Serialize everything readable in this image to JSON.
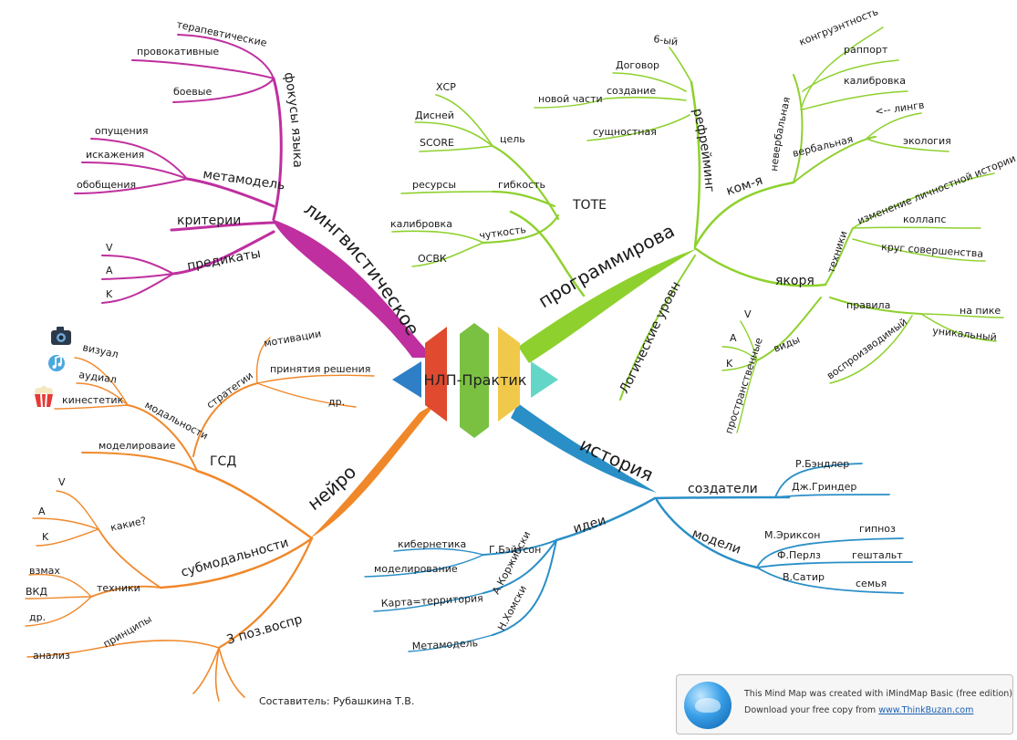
{
  "center_label": "НЛП-Практик",
  "branches": {
    "ling": {
      "label": "лингвистическое",
      "color": "#bf2f9f",
      "focus": {
        "label": "фокусы языка",
        "items": [
          "терапевтические",
          "провокативные",
          "боевые"
        ]
      },
      "metamodel": {
        "label": "метамодель",
        "items": [
          "опущения",
          "искажения",
          "обобщения"
        ]
      },
      "criteria": "критерии",
      "predicates": {
        "label": "предикаты",
        "items": [
          "V",
          "A",
          "K"
        ]
      }
    },
    "prog": {
      "label": "программирова",
      "color": "#8ed12e",
      "tote": {
        "label": "TOTE",
        "goal": {
          "label": "цель",
          "items": [
            "ХСР",
            "Дисней",
            "SCORE"
          ]
        },
        "flex": {
          "label": "гибкость",
          "items": [
            "ресурсы"
          ]
        },
        "sens": {
          "label": "чуткость",
          "items": [
            "калибровка",
            "ОСВК"
          ]
        }
      },
      "reframe": {
        "label": "рефрейминг",
        "items": [
          "6-ый",
          "Договор",
          "создание",
          "новой части",
          "сущностная"
        ]
      },
      "com": {
        "label": "ком-я",
        "nonverbal": {
          "label": "невербальная",
          "items": [
            "конгруэнтность",
            "раппорт",
            "калибровка"
          ]
        },
        "verbal": {
          "label": "вербальная",
          "items": [
            "<-- лингв",
            "экология"
          ]
        }
      },
      "anchors": {
        "label": "якоря",
        "techniques": {
          "label": "техники",
          "items": [
            "изменение личностной истории",
            "коллапс",
            "круг совершенства"
          ]
        },
        "rules": {
          "label": "правила",
          "items": [
            "на пике",
            "уникальный",
            "воспроизводимый"
          ]
        },
        "types": {
          "label": "виды",
          "items": [
            "V",
            "A",
            "K",
            "пространственные"
          ]
        }
      },
      "levels": "Логические уровни"
    },
    "hist": {
      "label": "история",
      "color": "#2a8fc7",
      "creators": {
        "label": "создатели",
        "items": [
          "Р.Бэндлер",
          "Дж.Гриндер"
        ]
      },
      "models": {
        "label": "модели",
        "items": [
          {
            "name": "М.Эриксон",
            "note": "гипноз"
          },
          {
            "name": "Ф.Перлз",
            "note": "гештальт"
          },
          {
            "name": "В.Сатир",
            "note": "семья"
          }
        ]
      },
      "ideas": {
        "label": "идеи",
        "items": [
          {
            "name": "Г.Бэйтсон",
            "notes": [
              "кибернетика",
              "моделирование"
            ]
          },
          {
            "name": "А.Коржибски",
            "notes": [
              "Карта=территория"
            ]
          },
          {
            "name": "Н.Хомски",
            "notes": [
              "Метамодель"
            ]
          }
        ]
      }
    },
    "neuro": {
      "label": "нейро",
      "color": "#f0882a",
      "gsd": {
        "label": "ГСД",
        "modal": {
          "label": "модальности",
          "items": [
            "визуал",
            "аудиал",
            "кинестетик"
          ]
        },
        "strategies": {
          "label": "стратегии",
          "items": [
            "мотивации",
            "принятия решения",
            "др."
          ]
        },
        "modeling": "моделироваие"
      },
      "submod": {
        "label": "субмодальности",
        "which": {
          "label": "какие?",
          "items": [
            "V",
            "A",
            "K"
          ]
        },
        "tech": {
          "label": "техники",
          "items": [
            "взмах",
            "ВКД",
            "др."
          ]
        },
        "principles": {
          "label": "принципы",
          "items": [
            "анализ"
          ]
        }
      },
      "positions": "3 поз.воспр"
    }
  },
  "icons": {
    "visual": "camera-icon",
    "audio": "music-note-icon",
    "kinesthetic": "popcorn-icon"
  },
  "author": "Составитель: Рубашкина Т.В.",
  "badge": {
    "line1": "This Mind Map was created with iMindMap Basic (free edition)",
    "line2_prefix": "Download your free copy from ",
    "link": "www.ThinkBuzan.com"
  }
}
